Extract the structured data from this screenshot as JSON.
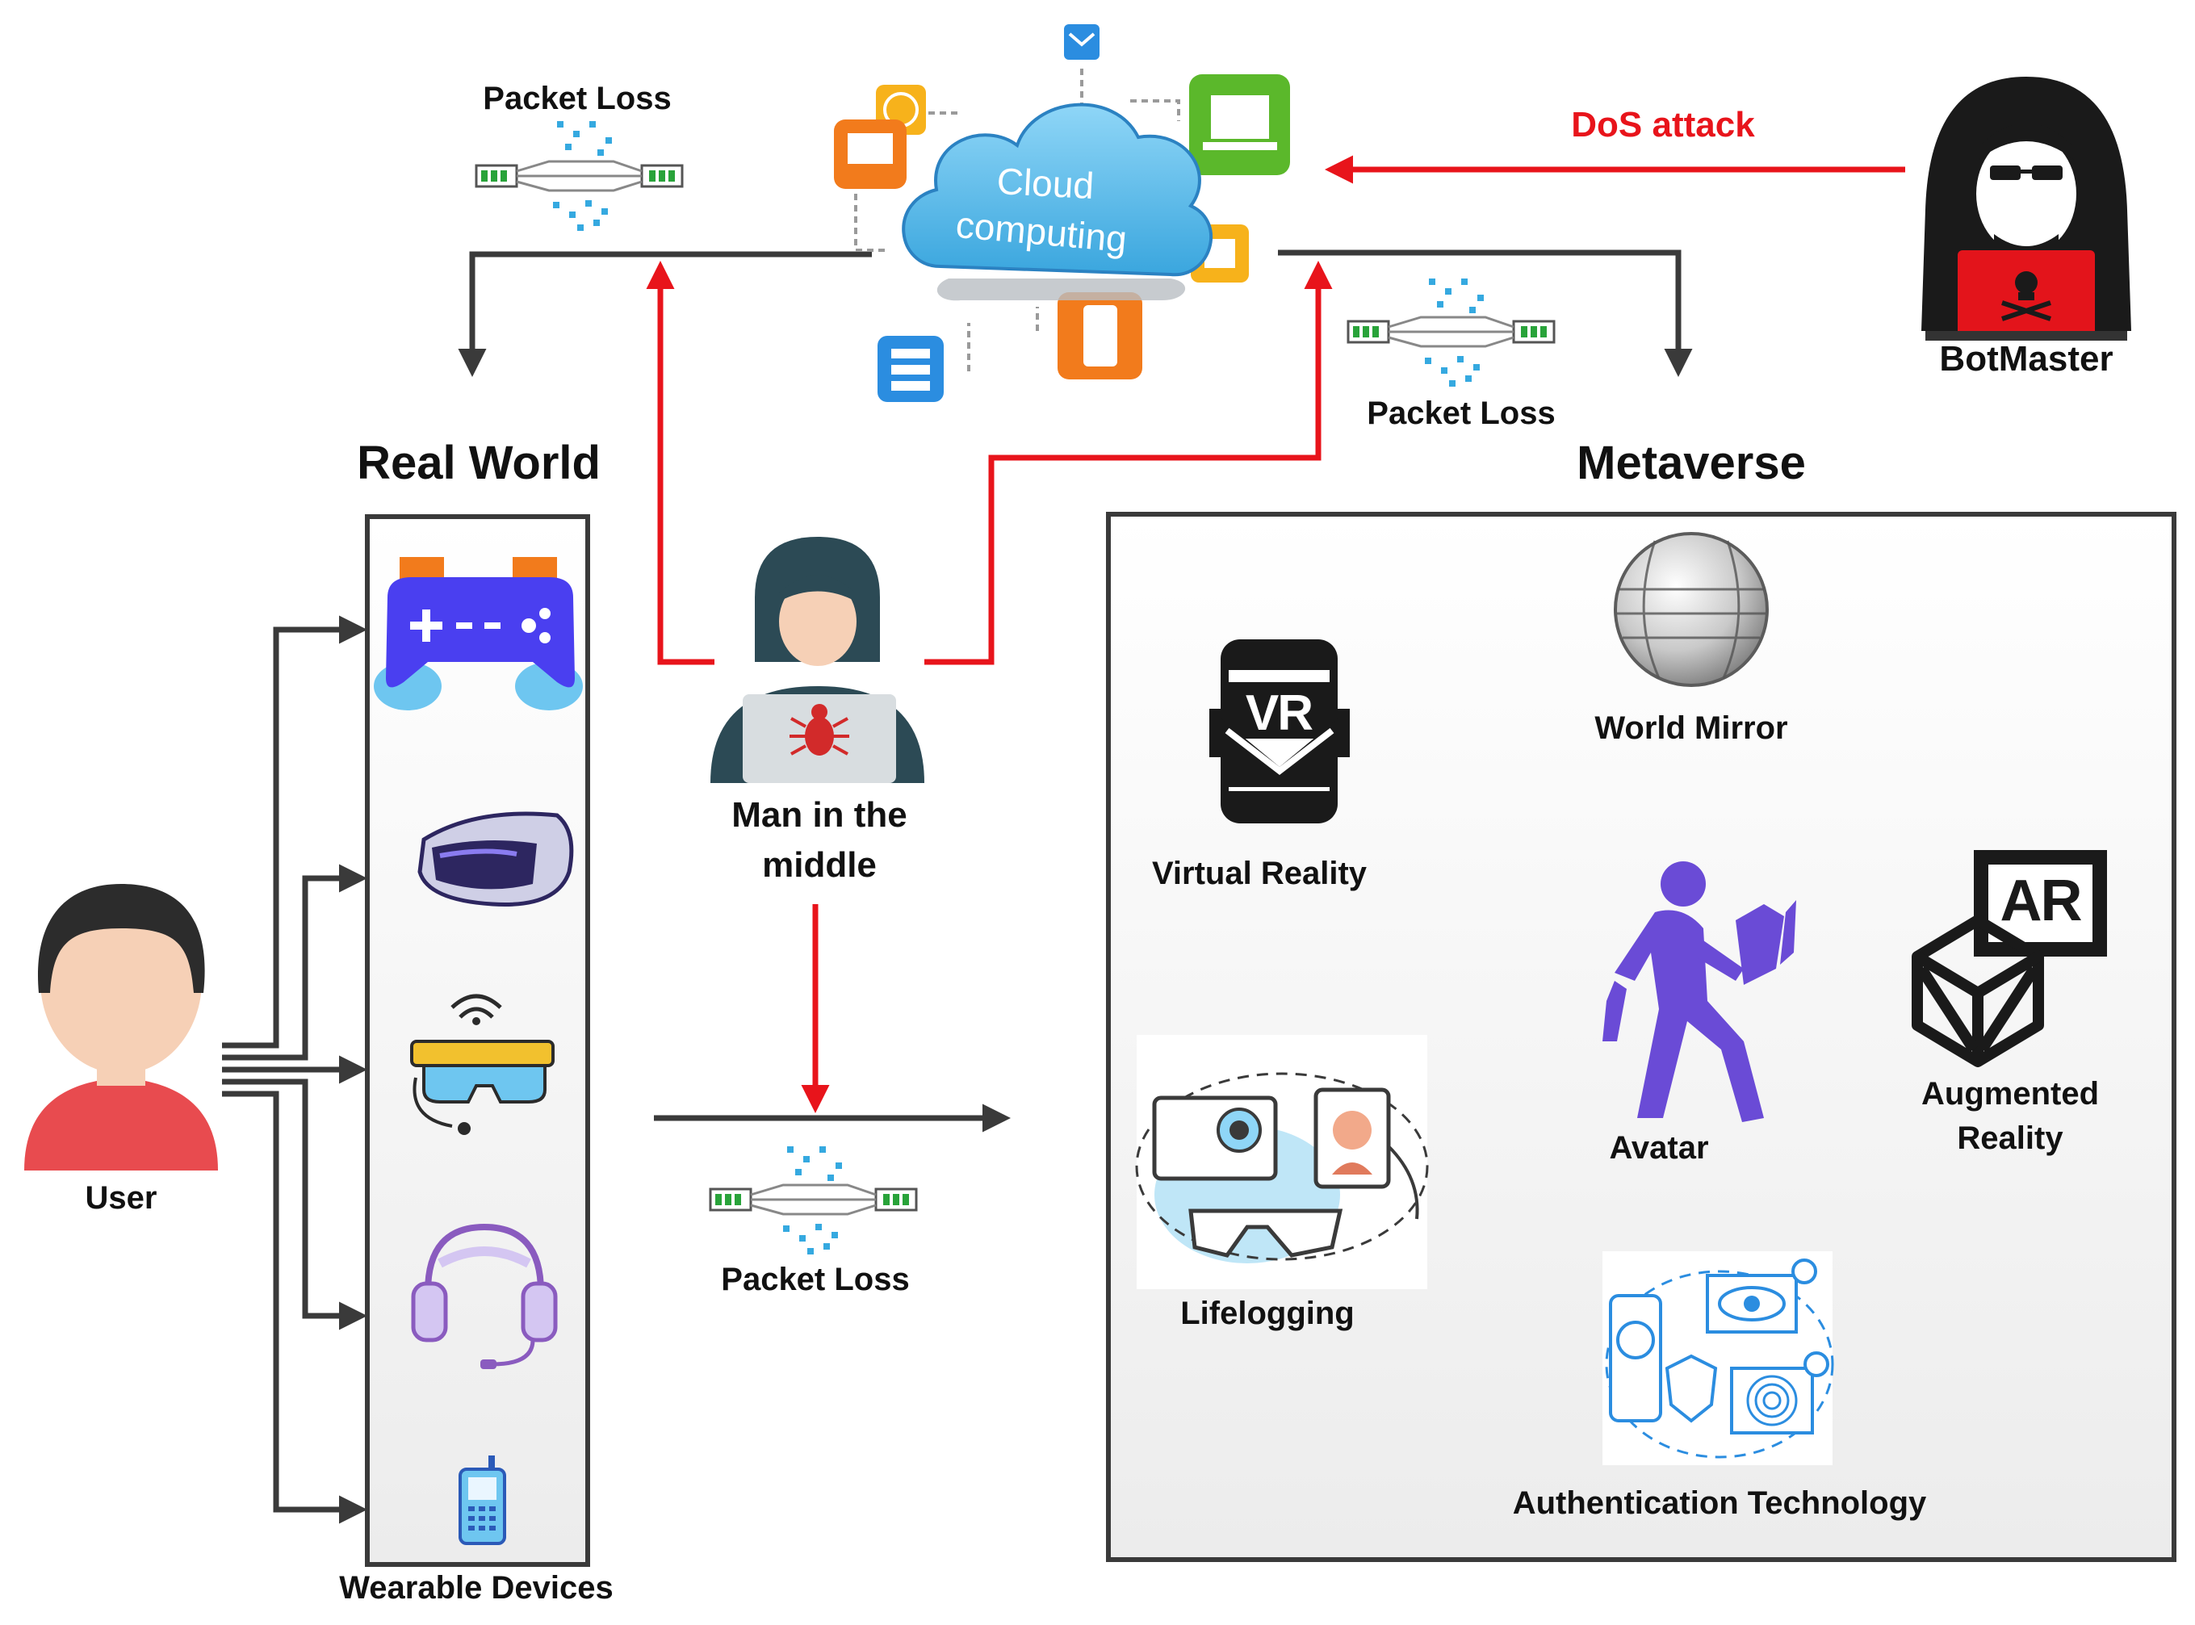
{
  "labels": {
    "real_world": "Real World",
    "metaverse": "Metaverse",
    "user": "User",
    "wearable_devices": "Wearable Devices",
    "man_in_the_middle_line1": "Man in the",
    "man_in_the_middle_line2": "middle",
    "botmaster": "BotMaster",
    "dos_attack": "DoS attack",
    "cloud_line1": "Cloud",
    "cloud_line2": "computing",
    "packet_loss_top_left": "Packet Loss",
    "packet_loss_top_right": "Packet Loss",
    "packet_loss_bottom": "Packet Loss",
    "virtual_reality": "Virtual Reality",
    "world_mirror": "World Mirror",
    "avatar": "Avatar",
    "augmented_reality_line1": "Augmented",
    "augmented_reality_line2": "Reality",
    "lifelogging": "Lifelogging",
    "authentication_technology": "Authentication Technology",
    "vr_badge": "VR",
    "ar_badge": "AR"
  },
  "icons": {
    "user": "user-avatar-icon",
    "gamepad": "gamepad-icon",
    "vr_headset": "vr-headset-icon",
    "smart_glasses": "smart-glasses-icon",
    "headphones": "headphones-icon",
    "phone": "mobile-phone-icon",
    "hacker": "hacker-icon",
    "botmaster": "botmaster-hacker-icon",
    "cloud": "cloud-icon",
    "packet_loss": "packet-loss-icon",
    "vr": "vr-icon",
    "world_mirror": "globe-icon",
    "avatar": "walking-avatar-icon",
    "ar": "ar-cube-icon",
    "lifelogging": "lifelogging-icon",
    "authentication": "biometric-authentication-icon"
  },
  "colors": {
    "attack_arrow": "#e8141b",
    "flow_arrow": "#3a3a3a",
    "cloud": "#6ec6f0",
    "avatar": "#6a4bd6",
    "gamepad": "#4a3ff0"
  }
}
